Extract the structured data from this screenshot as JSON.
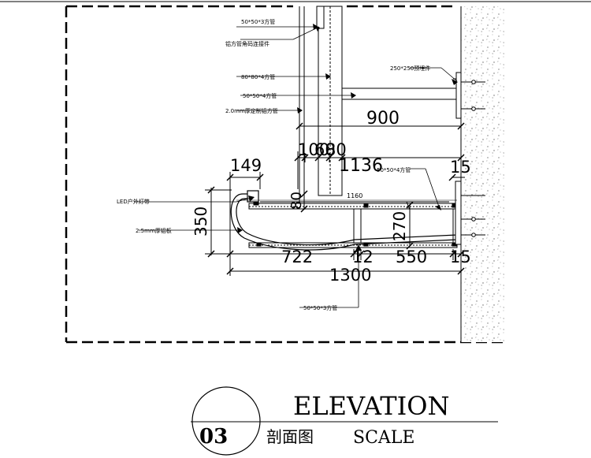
{
  "labels": {
    "tube_50x50x3": "50*50*3方管",
    "connector": "铝方管角码连接件",
    "tube_80x80x4": "80*80*4方管",
    "tube_50x50x4": "50*50*4方管",
    "custom_al_tube": "2.0mm厚定制铝方管",
    "embed_plate": "250*250预埋件",
    "led_strip": "LED户外灯带",
    "al_plate": "2.5mm厚铝板",
    "tube_50x50x4_b": "50*50*4方管",
    "tube_50x50x3_bottom": "50*50*3方管"
  },
  "dimensions": {
    "d900": "900",
    "d100": "100",
    "d60": "60",
    "d80_top": "80",
    "d1136": "1136",
    "d149": "149",
    "d15_top": "15",
    "d1160": "1160",
    "d80_mid": "80",
    "d350": "350",
    "d270": "270",
    "d722": "722",
    "d12": "12",
    "d550": "550",
    "d15_bottom": "15",
    "d1300": "1300"
  },
  "title": {
    "number": "03",
    "main": "ELEVATION",
    "sub": "剖面图",
    "scale": "SCALE"
  }
}
